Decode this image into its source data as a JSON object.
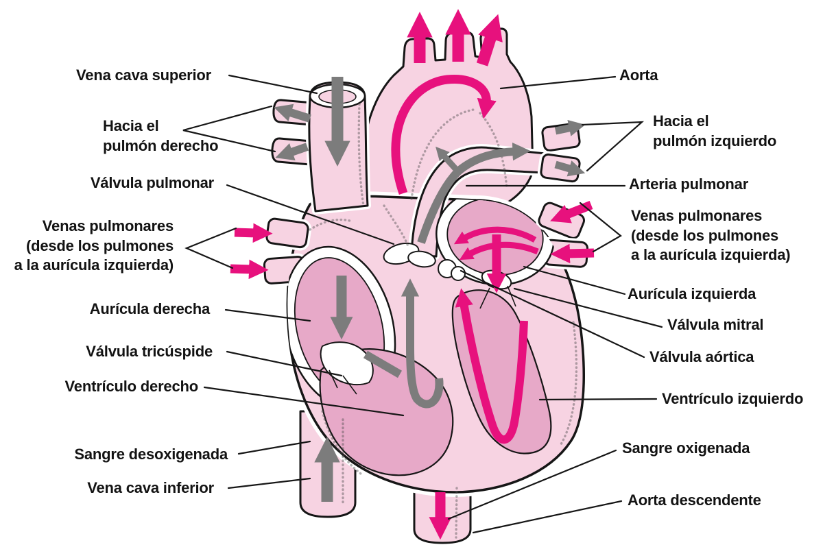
{
  "labels": {
    "vena_cava_superior": "Vena cava superior",
    "hacia_pulmon_derecho": "Hacia el\npulmón derecho",
    "valvula_pulmonar": "Válvula pulmonar",
    "venas_pulmonares_left": "Venas pulmonares\n(desde los pulmones\na la aurícula izquierda)",
    "auricula_derecha": "Aurícula derecha",
    "valvula_tricuspide": "Válvula tricúspide",
    "ventriculo_derecho": "Ventrículo derecho",
    "sangre_desoxigenada": "Sangre desoxigenada",
    "vena_cava_inferior": "Vena cava inferior",
    "aorta": "Aorta",
    "hacia_pulmon_izquierdo": "Hacia el\npulmón izquierdo",
    "arteria_pulmonar": "Arteria pulmonar",
    "venas_pulmonares_right": "Venas pulmonares\n(desde los pulmones\na la aurícula izquierda)",
    "auricula_izquierda": "Aurícula izquierda",
    "valvula_mitral": "Válvula mitral",
    "valvula_aortica": "Válvula aórtica",
    "ventriculo_izquierdo": "Ventrículo izquierdo",
    "sangre_oxigenada": "Sangre oxigenada",
    "aorta_descendente": "Aorta descendente"
  },
  "colors": {
    "oxygenated": "#e7117d",
    "deoxygenated": "#7c7c7c",
    "heart-light": "#f7d3e2",
    "heart-mid": "#f0bed7",
    "chamber": "#e7a9c8",
    "outline": "#161616",
    "label-text": "#131313"
  }
}
